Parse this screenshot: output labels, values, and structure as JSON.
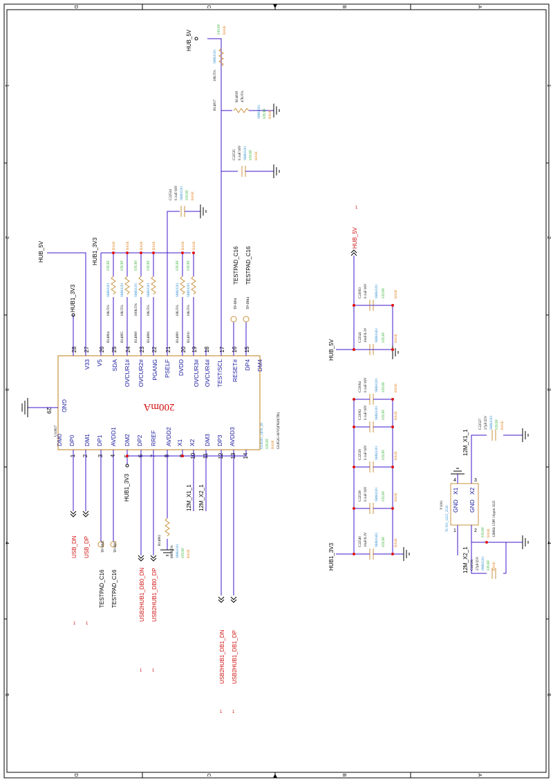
{
  "border": {
    "cols_top": [
      "D",
      "C",
      "B",
      "A"
    ],
    "rows": [
      "1",
      "2",
      "3",
      "4",
      "5"
    ]
  },
  "colors": {
    "wire": "#3c16c8",
    "part": "#c8923c",
    "pin_text": "#1a1aa0",
    "junction": "#e01010",
    "stuff": "#22aa22",
    "footprint": "#2a8ad0",
    "base": "#e07a10",
    "red_text": "#d01010"
  },
  "ic": {
    "refdes": "U10837",
    "label": "200mA",
    "footprint": "GL850G_QFN_28",
    "stuff": "STUFF",
    "base": "BASE",
    "part_number": "GL852G-60YQFN28(TR)",
    "left_pin": {
      "num": "29",
      "name": "GND"
    },
    "top_pins": [
      {
        "num": "28",
        "name": "V33"
      },
      {
        "num": "27",
        "name": "V5"
      },
      {
        "num": "26",
        "name": "SDA"
      },
      {
        "num": "25",
        "name": "OVCUR1#"
      },
      {
        "num": "24",
        "name": "OVCUR2#"
      },
      {
        "num": "23",
        "name": "PGANG"
      },
      {
        "num": "22",
        "name": "PSELF"
      },
      {
        "num": "21",
        "name": "DVDD"
      },
      {
        "num": "20",
        "name": "OVCUR3#"
      },
      {
        "num": "19",
        "name": "OVCUR4#"
      },
      {
        "num": "18",
        "name": "TEST/SCL"
      },
      {
        "num": "17",
        "name": "RESET#"
      },
      {
        "num": "16",
        "name": "DP4"
      },
      {
        "num": "15",
        "name": "DM4"
      }
    ],
    "bottom_pins": [
      {
        "num": "1",
        "name": "DM0"
      },
      {
        "num": "2",
        "name": "DP0"
      },
      {
        "num": "3",
        "name": "DM1"
      },
      {
        "num": "4",
        "name": "DP1"
      },
      {
        "num": "5",
        "name": "AVDD1"
      },
      {
        "num": "6",
        "name": "DM2"
      },
      {
        "num": "7",
        "name": "DP2"
      },
      {
        "num": "8",
        "name": "RREF"
      },
      {
        "num": "9",
        "name": "AVDD2"
      },
      {
        "num": "10",
        "name": "X1"
      },
      {
        "num": "11",
        "name": "X2"
      },
      {
        "num": "12",
        "name": "DM3"
      },
      {
        "num": "13",
        "name": "DP3"
      },
      {
        "num": "14",
        "name": "AVDD3"
      }
    ]
  },
  "nets": {
    "hub_5v": "HUB_5V",
    "hub1_3v3": "HUB1_3V3",
    "usb_dn": "USB_DN",
    "usb_dp": "USB_DP",
    "tp_dm1": "TP-DM1",
    "tp_dp1": "TP-DP1",
    "tp_dp4": "TP-DP4",
    "tp_dm4": "TP-DM4",
    "usb2hub1_db0_dn": "USB2HUB1_DB0_DN",
    "usb2hub1_db0_dp": "USB2HUB1_DB0_DP",
    "usb2hub1_db1_dn": "USB2HUB1_DB1_DN",
    "usb2hub1_db1_dp": "USB2HUB1_DB1_DP",
    "x1": "12M_X1_1",
    "x2": "12M_X2_1",
    "testpad": "TESTPAD_C16",
    "one": "1"
  },
  "resistors_top": [
    {
      "ref": "R14804",
      "val": "10K/5%"
    },
    {
      "ref": "R14805",
      "val": "10K/5%"
    },
    {
      "ref": "R14808",
      "val": "100K/5%"
    },
    {
      "ref": "R14806",
      "val": "10K/5%"
    },
    {
      "ref": "R14809",
      "val": "10K/5%"
    },
    {
      "ref": "R14810",
      "val": "10K/5%"
    }
  ],
  "reset": {
    "r1_ref": "R14817",
    "r1_val": "10K/5%",
    "r2_ref": "R14818",
    "r2_val": "47K/5%",
    "c_ref": "C22535",
    "c_val": "0.1uF/16V"
  },
  "dvdd_cap": {
    "ref": "C22534",
    "val": "0.1uF/16V"
  },
  "rref": {
    "ref": "R14802",
    "val": "680R/5%"
  },
  "caps_5v": [
    {
      "ref": "C22541",
      "val": "10uF/6.3V",
      "fp": "SMK0402"
    },
    {
      "ref": "C23093",
      "val": "0.1uF/16V",
      "fp": "SMK0201"
    }
  ],
  "caps_3v3": [
    {
      "ref": "C22540",
      "val": "10uF/6.3V",
      "fp": "SMK0402"
    },
    {
      "ref": "C22538",
      "val": "0.1uF/16V",
      "fp": "SMK0201"
    },
    {
      "ref": "C22539",
      "val": "0.1uF/16V",
      "fp": "SMK0201"
    },
    {
      "ref": "C23092",
      "val": "0.1uF/16V",
      "fp": "SMK0201"
    },
    {
      "ref": "C23094",
      "val": "0.1uF/16V",
      "fp": "SMK0201"
    }
  ],
  "crystal": {
    "ref": "Y1001",
    "fp": "TCXO_3225_2520",
    "desc": "12MHz 15PF 10ppm 3225",
    "pins": {
      "x1": "X1",
      "x2": "X2",
      "gnd": "GND"
    },
    "c1_ref": "C22537",
    "c1_val": "27pF/25V",
    "c2_ref": "C22536",
    "c2_val": "27pF/25V"
  },
  "labels": {
    "stuff": "STUFF",
    "base": "BASE",
    "fp0201": "SMK0201",
    "fp0402": "SMK0402"
  }
}
